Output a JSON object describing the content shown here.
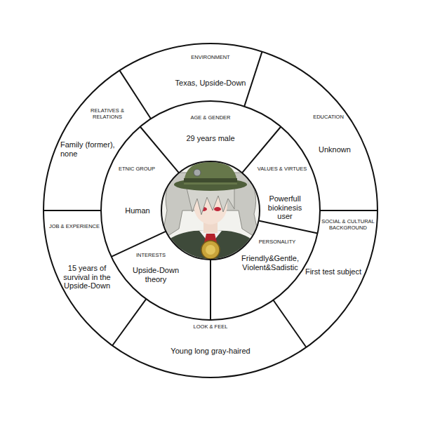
{
  "diagram": {
    "nodes": [
      {
        "text": [
          "ENVIRONMENT",
          "Texas, Upside-Down"
        ]
      },
      {
        "text": [
          "EDUCATION",
          "Unknown"
        ]
      },
      {
        "text": [
          "SOCIAL & CULTURAL BACKGROUND",
          "First test subject"
        ]
      },
      {
        "text": [
          "LOOK & FEEL",
          "Young long gray-haired"
        ]
      },
      {
        "text": [
          "JOB & EXPERIENCE",
          "15 years of survival in the Upside-Down"
        ]
      },
      {
        "text": [
          "RELATIVES & RELATIONS",
          "Family (former), none"
        ]
      },
      {
        "text": [
          "AGE & GENDER",
          "29 years male"
        ]
      },
      {
        "text": [
          "VALUES & VIRTUES",
          "Powerfull biokinesis user"
        ]
      },
      {
        "text": [
          "PERSONALITY",
          "Friendly&Gentle, Violent&Sadistic"
        ]
      },
      {
        "text": [
          "INTERESTS",
          "Upside-Down theory"
        ]
      },
      {
        "text": [
          "ETNIC GROUP",
          "Human"
        ]
      }
    ]
  }
}
